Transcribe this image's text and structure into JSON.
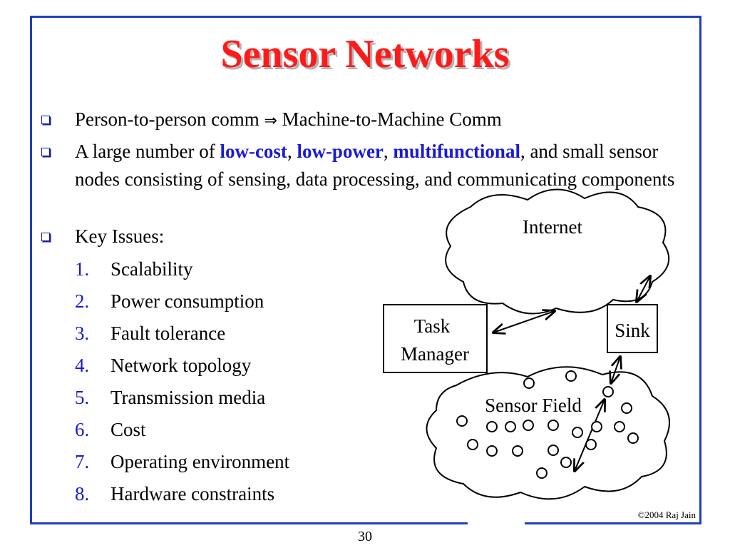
{
  "slide": {
    "title": "Sensor Networks",
    "bullets": {
      "b1": {
        "left": "Person-to-person comm",
        "arrow": "⇒",
        "right": "Machine-to-Machine Comm"
      },
      "b2": {
        "prefix": "A large number of ",
        "hl1": "low-cost",
        "sep1": ", ",
        "hl2": "low-power",
        "sep2": ", ",
        "hl3": "multifunctional",
        "suffix": ", and small sensor nodes consisting of sensing, data processing, and communicating components"
      },
      "b3": "Key Issues:"
    },
    "key_issues": [
      {
        "n": "1.",
        "text": "Scalability"
      },
      {
        "n": "2.",
        "text": "Power consumption"
      },
      {
        "n": "3.",
        "text": "Fault tolerance"
      },
      {
        "n": "4.",
        "text": "Network topology"
      },
      {
        "n": "5.",
        "text": "Transmission media"
      },
      {
        "n": "6.",
        "text": "Cost"
      },
      {
        "n": "7.",
        "text": "Operating environment"
      },
      {
        "n": "8.",
        "text": "Hardware constraints"
      }
    ],
    "diagram": {
      "internet": "Internet",
      "task_manager_line1": "Task",
      "task_manager_line2": "Manager",
      "sink": "Sink",
      "sensor_field": "Sensor Field"
    },
    "copyright": "©2004 Raj Jain",
    "page_number": "30"
  },
  "colors": {
    "title": "#ff1a1a",
    "accent": "#1a1ad6",
    "frame": "#1f3fbf"
  }
}
